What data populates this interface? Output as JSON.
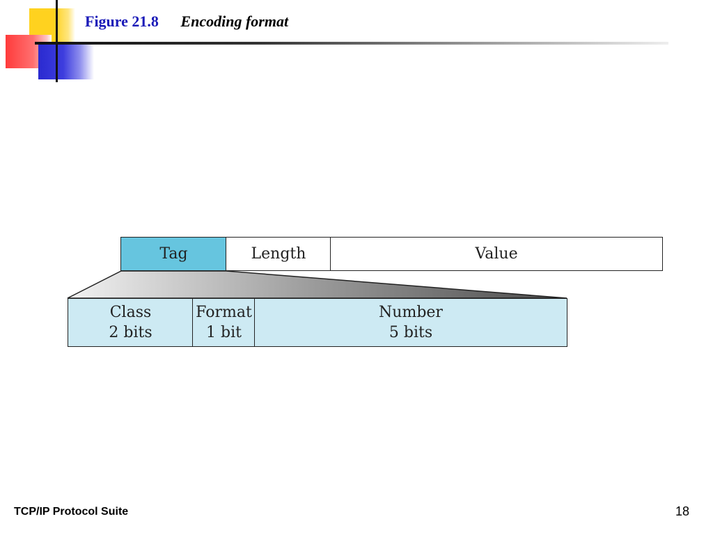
{
  "title": {
    "figure_number": "Figure 21.8",
    "caption": "Encoding format"
  },
  "diagram": {
    "top_row": {
      "tag": "Tag",
      "length": "Length",
      "value": "Value"
    },
    "tag_breakdown": {
      "class": {
        "name": "Class",
        "size": "2 bits"
      },
      "format": {
        "name": "Format",
        "size": "1 bit"
      },
      "number": {
        "name": "Number",
        "size": "5 bits"
      }
    },
    "colors": {
      "tag_fill": "#66c5df",
      "breakdown_fill": "#cdeaf3",
      "title_color": "#1a1ab8"
    }
  },
  "footer": {
    "left_text": "TCP/IP Protocol Suite",
    "page_number": "18"
  }
}
